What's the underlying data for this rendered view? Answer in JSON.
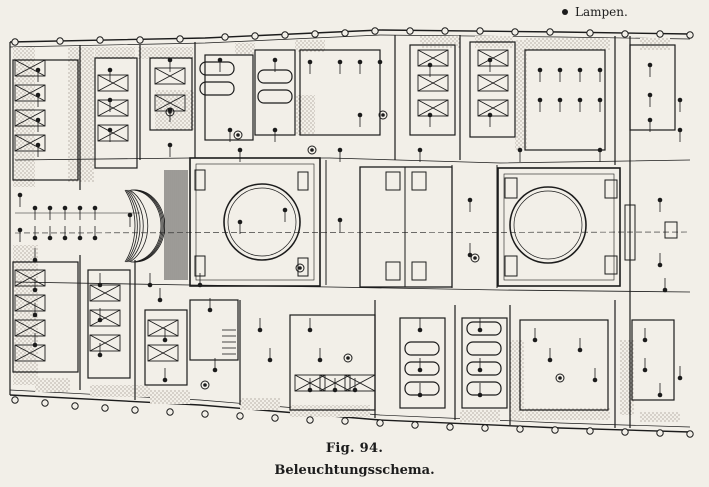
{
  "legend": {
    "label": "Lampen."
  },
  "caption": {
    "figure": "Fig. 94.",
    "title": "Beleuchtungsschema."
  },
  "colors": {
    "ink": "#1c1c1c",
    "paper": "#f2efe8",
    "stipple": "#bdb7ad"
  }
}
